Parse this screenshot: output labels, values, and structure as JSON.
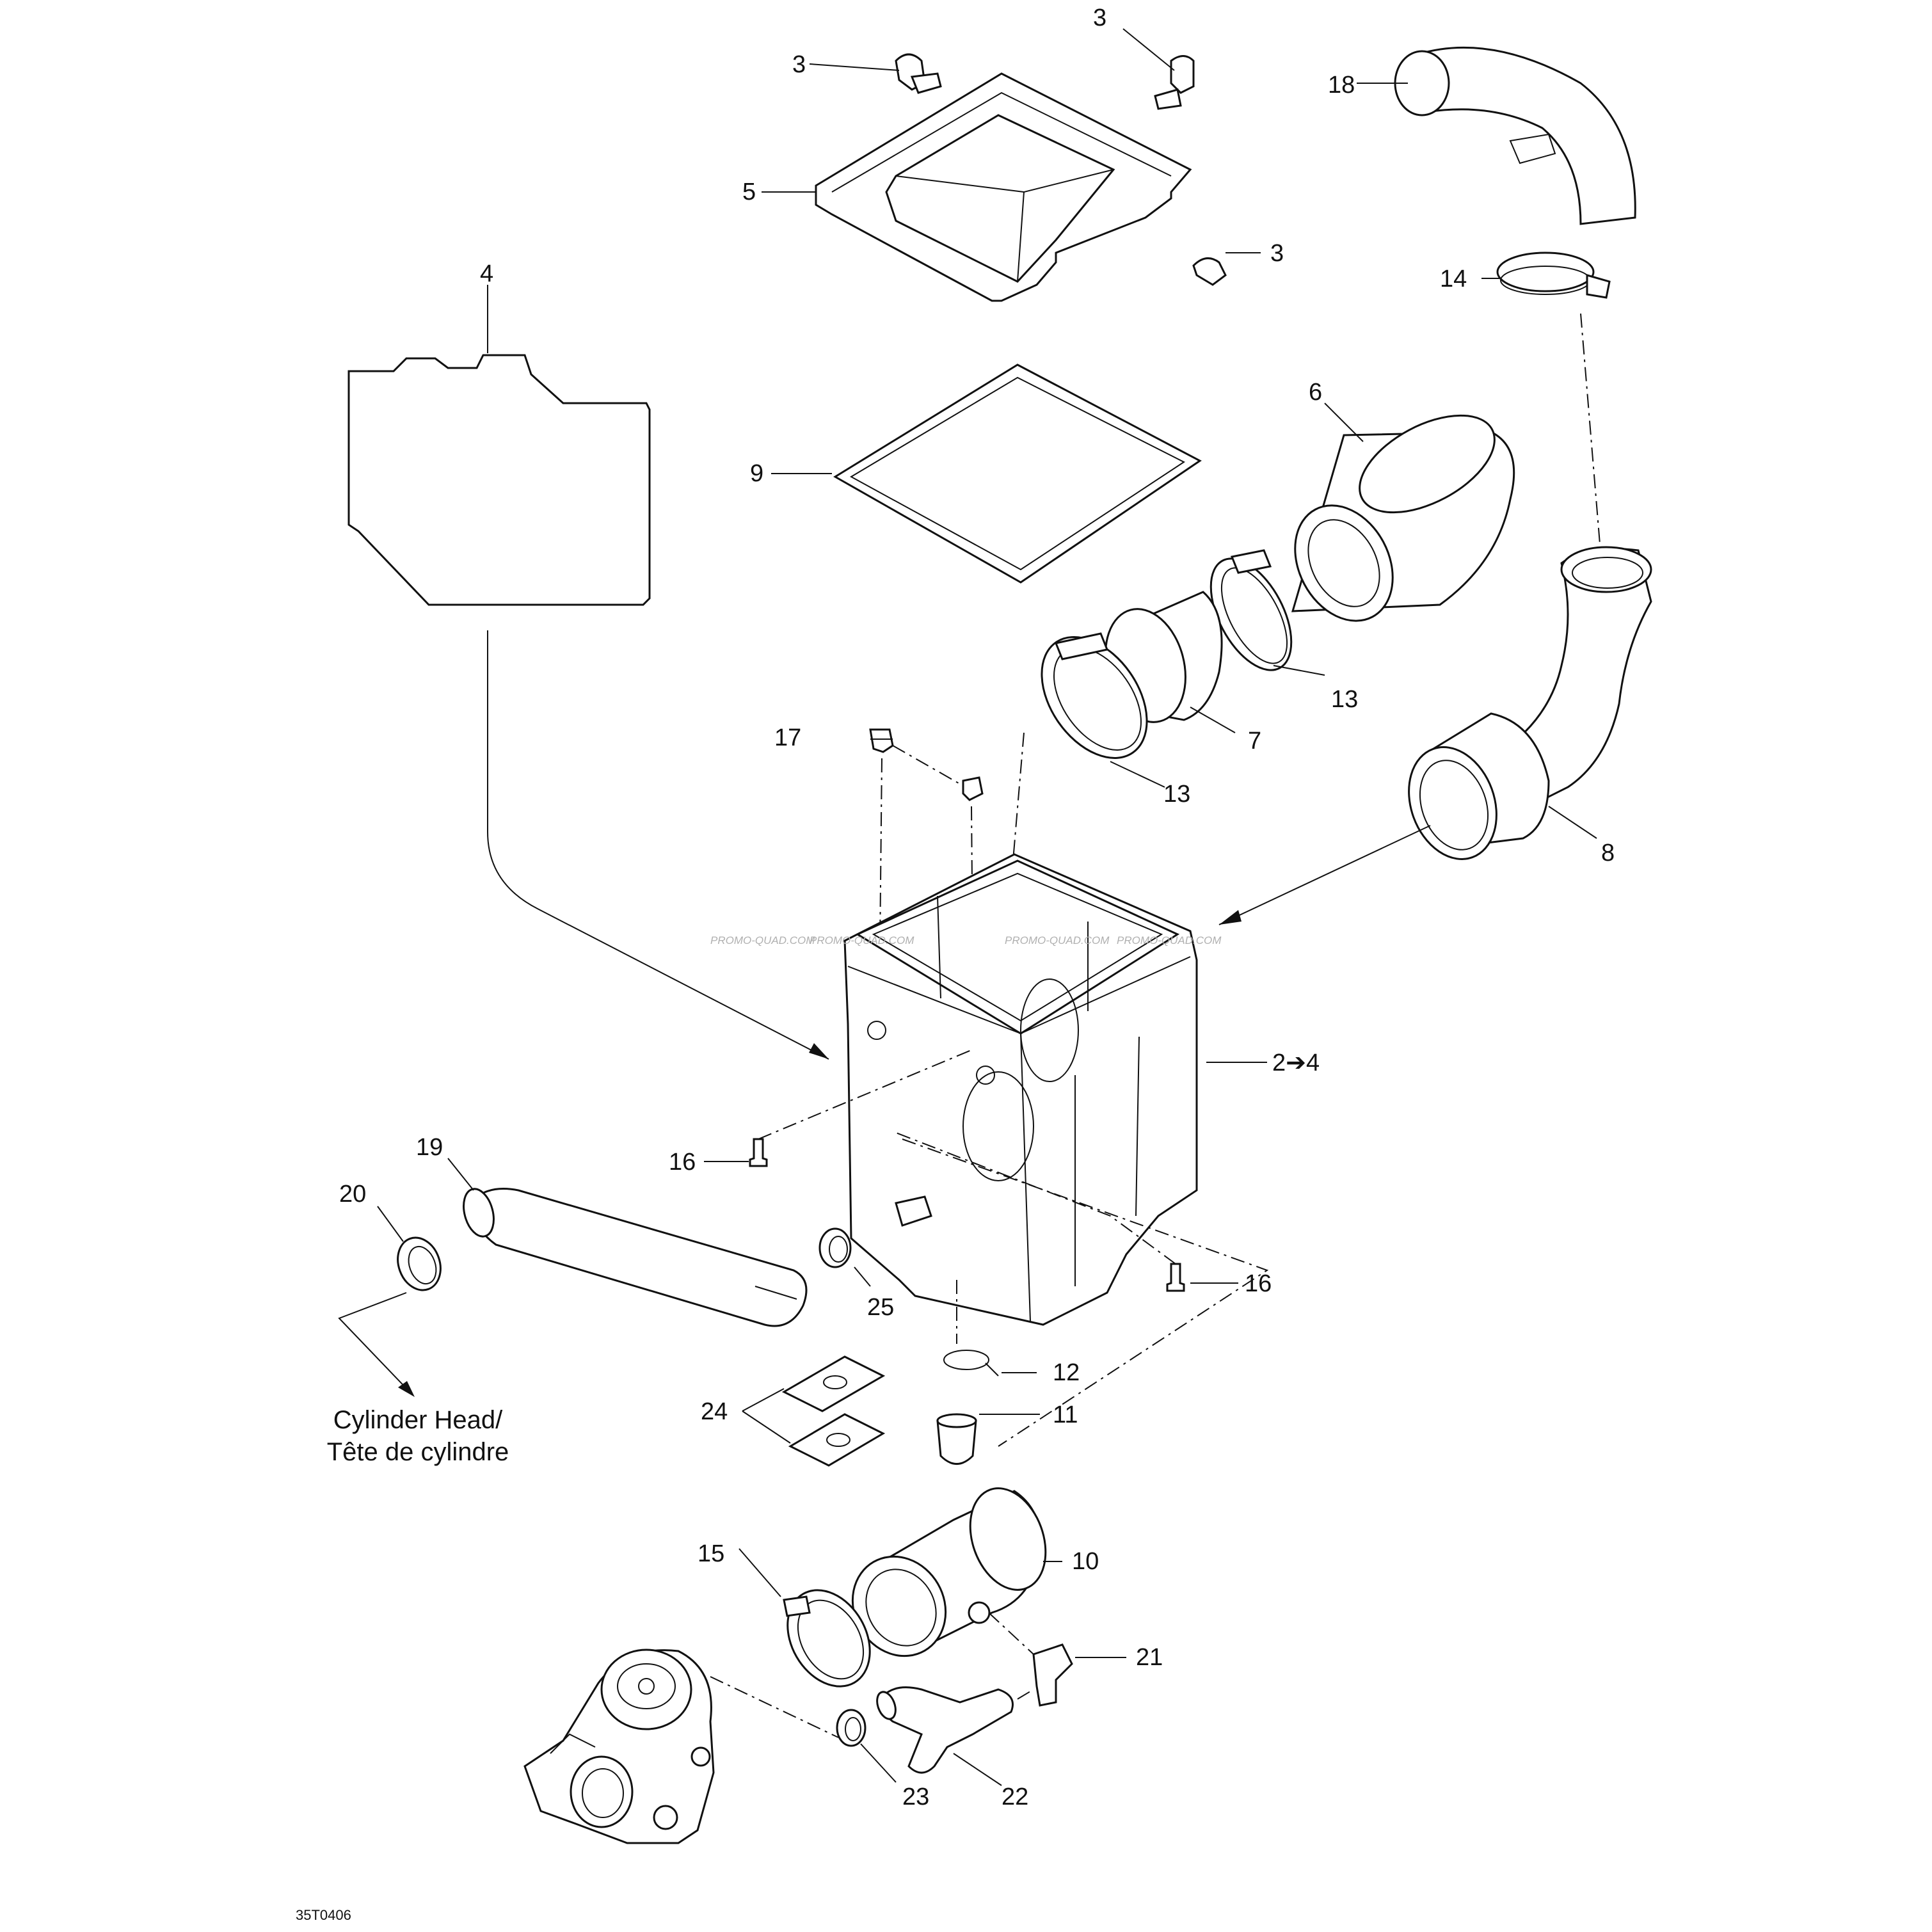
{
  "callouts": {
    "c3a": "3",
    "c3b": "3",
    "c3c": "3",
    "c18": "18",
    "c5": "5",
    "c14": "14",
    "c4": "4",
    "c6": "6",
    "c9": "9",
    "c13a": "13",
    "c7": "7",
    "c13b": "13",
    "c17": "17",
    "c8": "8",
    "c2to4": "2➔4",
    "c19": "19",
    "c20": "20",
    "c16a": "16",
    "c16b": "16",
    "c25": "25",
    "c12": "12",
    "c24": "24",
    "c11": "11",
    "c10": "10",
    "c15": "15",
    "c21": "21",
    "c23": "23",
    "c22": "22"
  },
  "note": {
    "line1": "Cylinder Head/",
    "line2": "Tête de cylindre"
  },
  "watermark": "PROMO-QUAD.COM",
  "drawing_code": "35T0406"
}
